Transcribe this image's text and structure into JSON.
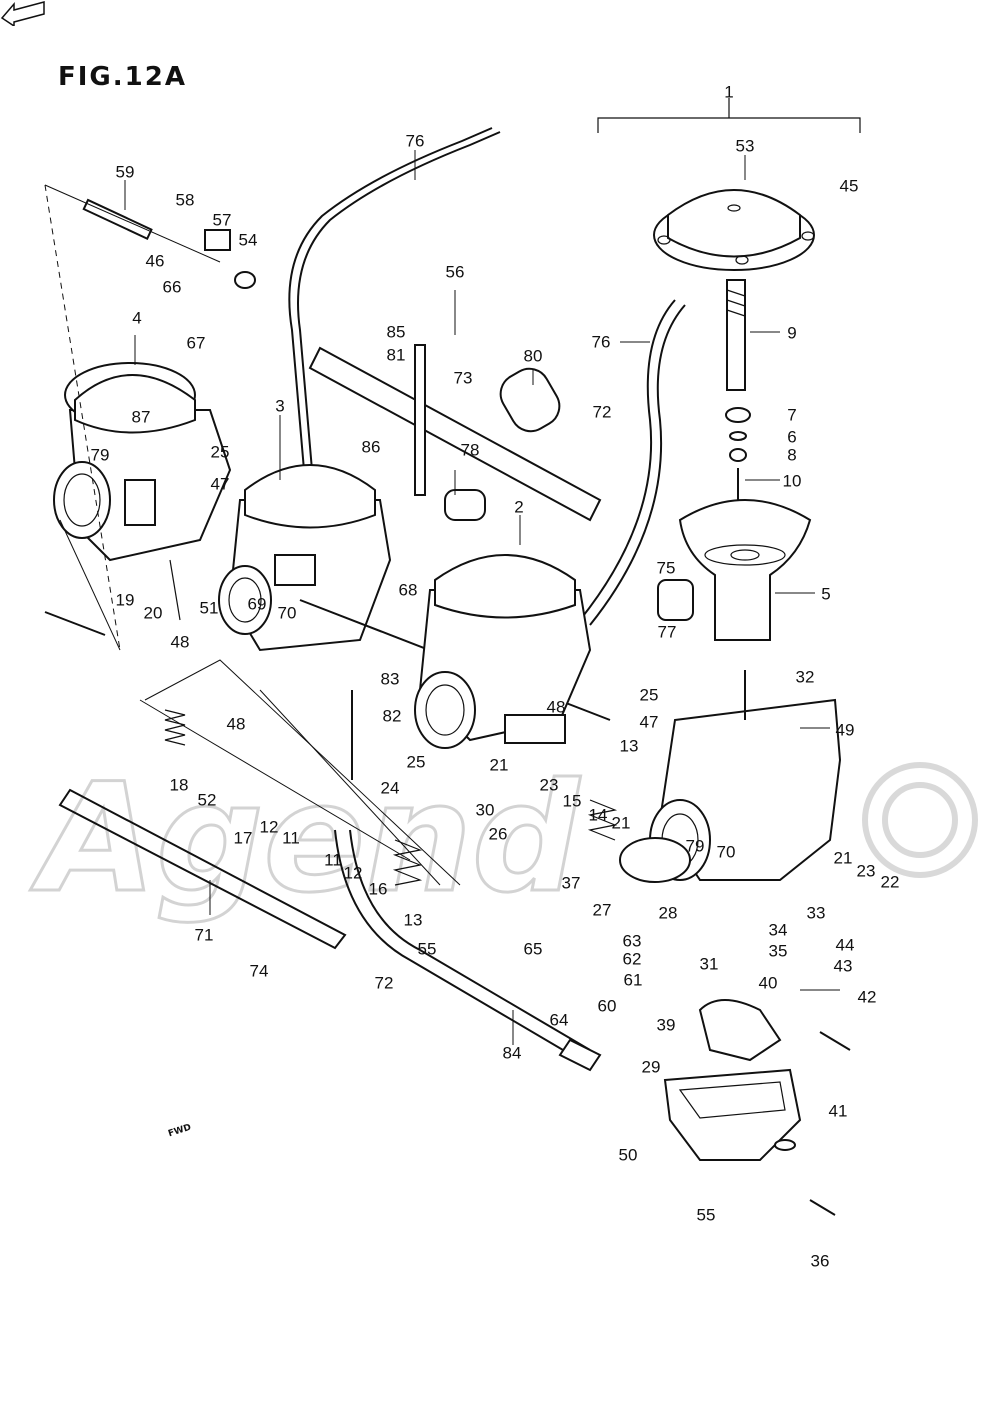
{
  "figure": {
    "title": "FIG.12A",
    "fwd_label": "FWD"
  },
  "watermark": {
    "text": "Agend"
  },
  "callouts": [
    "1",
    "53",
    "45",
    "9",
    "7",
    "6",
    "8",
    "10",
    "5",
    "76",
    "59",
    "58",
    "57",
    "54",
    "46",
    "66",
    "4",
    "67",
    "56",
    "85",
    "81",
    "80",
    "73",
    "72",
    "76",
    "3",
    "86",
    "87",
    "79",
    "25",
    "47",
    "78",
    "2",
    "75",
    "77",
    "19",
    "20",
    "48",
    "51",
    "69",
    "70",
    "68",
    "32",
    "49",
    "83",
    "82",
    "48",
    "18",
    "52",
    "17",
    "12",
    "11",
    "25",
    "24",
    "48",
    "25",
    "47",
    "21",
    "13",
    "23",
    "15",
    "14",
    "21",
    "30",
    "26",
    "79",
    "70",
    "11",
    "12",
    "16",
    "13",
    "37",
    "27",
    "28",
    "21",
    "23",
    "22",
    "71",
    "74",
    "72",
    "55",
    "65",
    "33",
    "34",
    "35",
    "44",
    "63",
    "62",
    "61",
    "31",
    "43",
    "40",
    "42",
    "64",
    "60",
    "39",
    "84",
    "29",
    "41",
    "50",
    "55",
    "36"
  ]
}
